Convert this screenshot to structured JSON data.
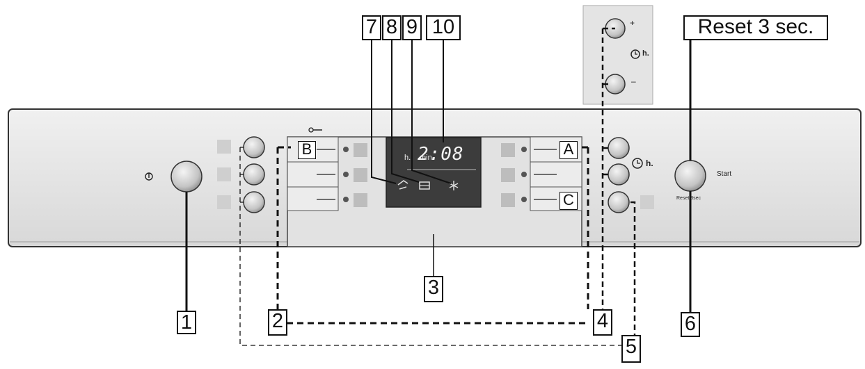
{
  "callouts": {
    "c1": "1",
    "c2": "2",
    "c3": "3",
    "c4": "4",
    "c5": "5",
    "c6": "6",
    "c7": "7",
    "c8": "8",
    "c9": "9",
    "c10": "10"
  },
  "reset_callout": "Reset 3 sec.",
  "panel_letters": {
    "a": "A",
    "b": "B",
    "c": "C"
  },
  "display": {
    "time": "2:08",
    "unit_h": "h.",
    "unit_min": "min"
  },
  "labels": {
    "start": "Start",
    "reset_small": "Reset 3sec",
    "timer_h": "h.",
    "inset_h": "h.",
    "plus": "+",
    "minus": "–"
  },
  "icons": {
    "power": "power-icon",
    "key": "key-icon",
    "clock": "clock-icon",
    "rinse": "rinse-aid-icon",
    "salt": "salt-icon",
    "water": "water-supply-icon"
  },
  "colors": {
    "panel": "#e6e6e6",
    "display": "#3c3c3c",
    "button": "#cfcfcf",
    "line": "#111111"
  }
}
